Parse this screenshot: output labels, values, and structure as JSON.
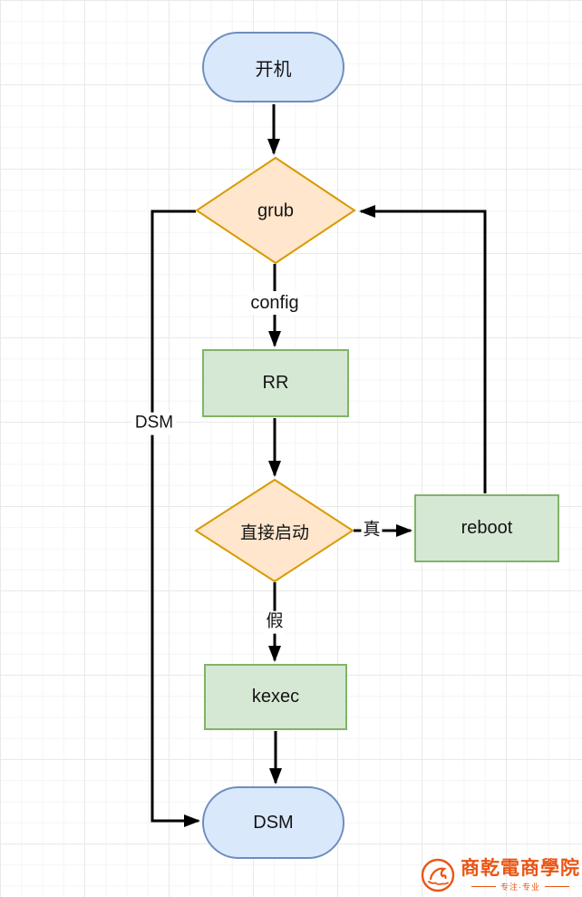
{
  "diagram": {
    "nodes": {
      "start": {
        "label": "开机",
        "shape": "stadium"
      },
      "grub": {
        "label": "grub",
        "shape": "diamond"
      },
      "rr": {
        "label": "RR",
        "shape": "rect"
      },
      "direct_boot": {
        "label": "直接启动",
        "shape": "diamond"
      },
      "reboot": {
        "label": "reboot",
        "shape": "rect"
      },
      "kexec": {
        "label": "kexec",
        "shape": "rect"
      },
      "dsm": {
        "label": "DSM",
        "shape": "stadium"
      }
    },
    "edge_labels": {
      "config": "config",
      "dsm_branch": "DSM",
      "true_branch": "真",
      "false_branch": "假"
    },
    "colors": {
      "terminal_fill": "#dae8fc",
      "terminal_border": "#6c8ebf",
      "process_fill": "#d5e8d4",
      "process_border": "#82b366",
      "decision_fill": "#ffe6cc",
      "decision_border": "#d79b00",
      "connector": "#000000"
    }
  },
  "watermark": {
    "brand": "商乾電商學院",
    "tagline": "专注·专业",
    "color": "#ea5514"
  }
}
